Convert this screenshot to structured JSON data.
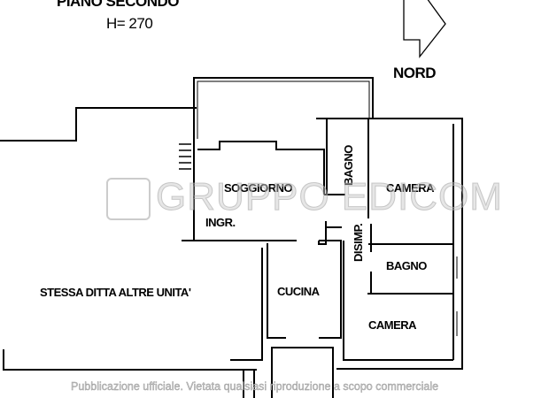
{
  "header": {
    "floor_title": "PIANO SECONDO",
    "height_label": "H= 270"
  },
  "compass": {
    "label": "NORD",
    "icon": "north-arrow-icon"
  },
  "rooms": {
    "soggiorno": "SOGGIORNO",
    "ingresso": "INGR.",
    "bagno_1": "BAGNO",
    "camera_1": "CAMERA",
    "disimpegno": "DISIMP.",
    "bagno_2": "BAGNO",
    "cucina": "CUCINA",
    "camera_2": "CAMERA",
    "other_units": "STESSA DITTA ALTRE UNITA'"
  },
  "watermark": {
    "brand": "GRUPPO EDICOM",
    "notice": "Pubblicazione ufficiale. Vietata qualsiasi riproduzione a scopo commerciale"
  }
}
